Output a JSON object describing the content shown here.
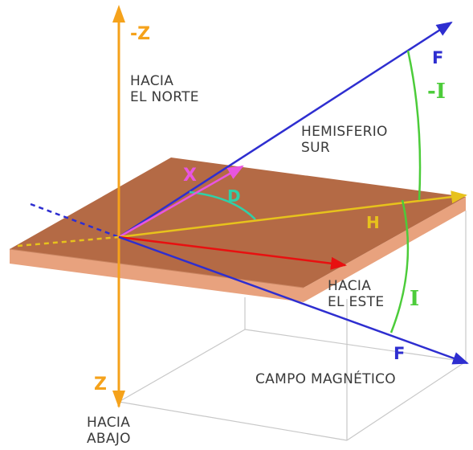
{
  "labels": {
    "minus_z": "-Z",
    "z": "Z",
    "north": [
      "HACIA",
      "EL NORTE"
    ],
    "south_hemisphere": [
      "HEMISFERIO",
      "SUR"
    ],
    "east": [
      "HACIA",
      "EL ESTE"
    ],
    "down": [
      "HACIA",
      "ABAJO"
    ],
    "field": "CAMPO MAGNÉTICO",
    "x": "X",
    "d": "D",
    "h": "H",
    "f_top": "F",
    "f_bottom": "F",
    "minus_i": "-I",
    "i": "I"
  },
  "colors": {
    "z_axis": "#f5a21b",
    "field_vector": "#2e2ed0",
    "horizontal_vector": "#e7c21c",
    "x_vector": "#e855e0",
    "east_vector": "#e81010",
    "declination_arc": "#2fd0a8",
    "inclination_arc": "#4ccc3a",
    "plane_top": "#b46a45",
    "plane_edge": "#e8a27e",
    "box_lines": "#c8c8c8",
    "text": "#3a3a3a"
  }
}
